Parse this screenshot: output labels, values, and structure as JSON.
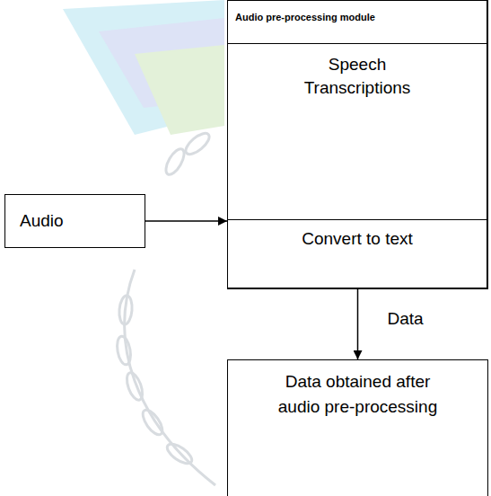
{
  "diagram": {
    "nodes": [
      {
        "text": [
          "Audio"
        ]
      },
      {
        "text": [
          "Audio pre-processing module"
        ]
      },
      {
        "text": [
          "Speech Transcriptions"
        ],
        "in": 1
      },
      {
        "text": [
          "Convert to text"
        ],
        "in": 1
      },
      {
        "text": [
          "Data obtained after audio pre-processing"
        ]
      }
    ],
    "edges": [
      {
        "from": 0,
        "to": 1,
        "arrow": "to"
      },
      {
        "from": 1,
        "to": 4,
        "label": "Data",
        "arrow": "to"
      }
    ]
  }
}
